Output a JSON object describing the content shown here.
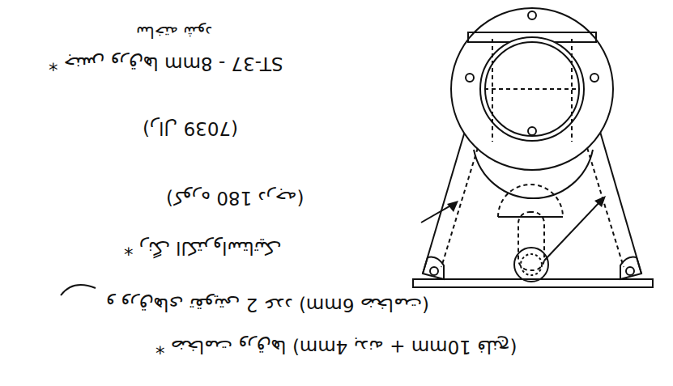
{
  "diagram": {
    "labels": [
      "* ضخامت ورق‌ها (4mm بدنه + 10mm فلنج)",
      "و ورق‌های تقویتی 2 عدد (6mm ضخامت)",
      "* رنگ الکترواستاتیک",
      "(کوره 180 درجه)",
      "(رال 7039)",
      "* جنس ورق‌ها ST-37 - 8mm",
      "ساخته شود"
    ]
  }
}
